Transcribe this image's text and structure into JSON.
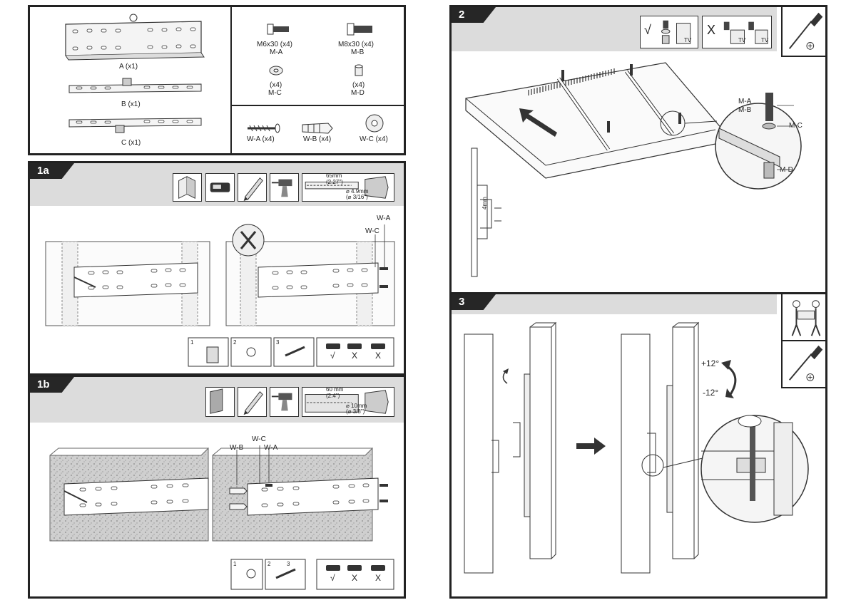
{
  "parts": {
    "bracket_a": "A (x1)",
    "bracket_b": "B (x1)",
    "bracket_c": "C (x1)",
    "ma_size": "M6x30 (x4)",
    "ma_code": "M-A",
    "mb_size": "M8x30 (x4)",
    "mb_code": "M-B",
    "mc_qty": "(x4)",
    "mc_code": "M-C",
    "md_qty": "(x4)",
    "md_code": "M-D",
    "wa": "W-A (x4)",
    "wb": "W-B (x4)",
    "wc": "W-C (x4)"
  },
  "step_1a": {
    "tag": "1a",
    "drill_depth_mm": "65mm",
    "drill_depth_in": "(2.27\")",
    "drill_dia_mm": "⌀ 4.9mm",
    "drill_dia_in": "(⌀ 3/16\")",
    "callout_wa": "W-A",
    "callout_wc": "W-C",
    "seq": [
      "1",
      "2",
      "3"
    ],
    "marks": [
      "√",
      "X",
      "X"
    ]
  },
  "step_1b": {
    "tag": "1b",
    "drill_depth_mm": "60 mm",
    "drill_depth_in": "(2.4\")",
    "drill_dia_mm": "⌀ 10mm",
    "drill_dia_in": "(⌀ 3/8\")",
    "callout_wb": "W-B",
    "callout_wc": "W-C",
    "callout_wa": "W-A",
    "seq": [
      "1",
      "2",
      "3"
    ],
    "marks": [
      "√",
      "X",
      "X"
    ]
  },
  "step_2": {
    "tag": "2",
    "ok_mark": "√",
    "no_mark": "X",
    "tv": "TV",
    "callout_ma": "M-A",
    "callout_mb": "M-B",
    "callout_mc": "M-C",
    "callout_md": "M-D",
    "gap": "4mm"
  },
  "step_3": {
    "tag": "3",
    "tilt_up": "+12°",
    "tilt_down": "-12°"
  },
  "icons": {
    "screwdriver": "screwdriver-icon",
    "two_people": "two-person-lift-icon",
    "drill": "drill-icon",
    "pencil": "pencil-icon",
    "level": "spirit-level-icon",
    "stud_finder": "stud-finder-icon"
  }
}
